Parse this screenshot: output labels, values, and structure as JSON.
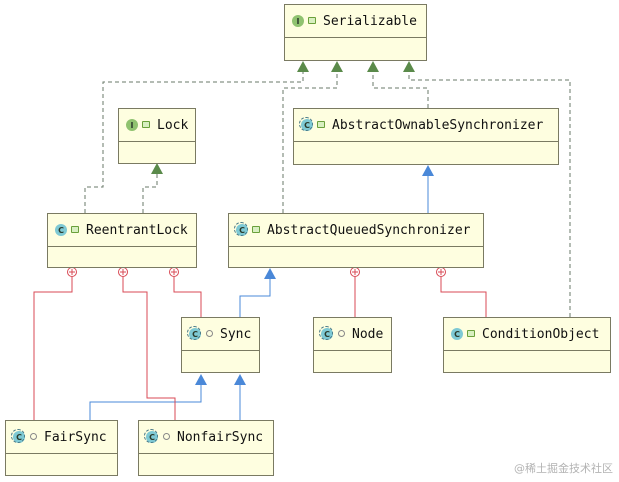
{
  "nodes": {
    "serializable": {
      "name": "Serializable",
      "kind": "interface"
    },
    "lock": {
      "name": "Lock",
      "kind": "interface"
    },
    "aos": {
      "name": "AbstractOwnableSynchronizer",
      "kind": "abstract-class"
    },
    "reentrantlock": {
      "name": "ReentrantLock",
      "kind": "class"
    },
    "aqs": {
      "name": "AbstractQueuedSynchronizer",
      "kind": "abstract-class"
    },
    "sync": {
      "name": "Sync",
      "kind": "abstract-class"
    },
    "node": {
      "name": "Node",
      "kind": "class"
    },
    "conditionobject": {
      "name": "ConditionObject",
      "kind": "class"
    },
    "fairsync": {
      "name": "FairSync",
      "kind": "class"
    },
    "nonfairsync": {
      "name": "NonfairSync",
      "kind": "class"
    }
  },
  "badges": {
    "interface": "I",
    "class": "C"
  },
  "relations": [
    {
      "type": "implements",
      "from": "reentrantlock",
      "to": "serializable"
    },
    {
      "type": "implements",
      "from": "reentrantlock",
      "to": "lock"
    },
    {
      "type": "implements",
      "from": "aqs",
      "to": "serializable"
    },
    {
      "type": "implements",
      "from": "aos",
      "to": "serializable"
    },
    {
      "type": "implements",
      "from": "conditionobject",
      "to": "serializable"
    },
    {
      "type": "extends",
      "from": "aqs",
      "to": "aos"
    },
    {
      "type": "extends",
      "from": "sync",
      "to": "aqs"
    },
    {
      "type": "extends",
      "from": "fairsync",
      "to": "sync"
    },
    {
      "type": "extends",
      "from": "nonfairsync",
      "to": "sync"
    },
    {
      "type": "inner",
      "from": "sync",
      "to": "reentrantlock"
    },
    {
      "type": "inner",
      "from": "fairsync",
      "to": "reentrantlock"
    },
    {
      "type": "inner",
      "from": "nonfairsync",
      "to": "reentrantlock"
    },
    {
      "type": "inner",
      "from": "node",
      "to": "aqs"
    },
    {
      "type": "inner",
      "from": "conditionobject",
      "to": "aqs"
    }
  ],
  "colors": {
    "implements": "#5a8a4a",
    "extends": "#4a88d8",
    "inner": "#d84a55"
  },
  "watermark": "@稀土掘金技术社区"
}
